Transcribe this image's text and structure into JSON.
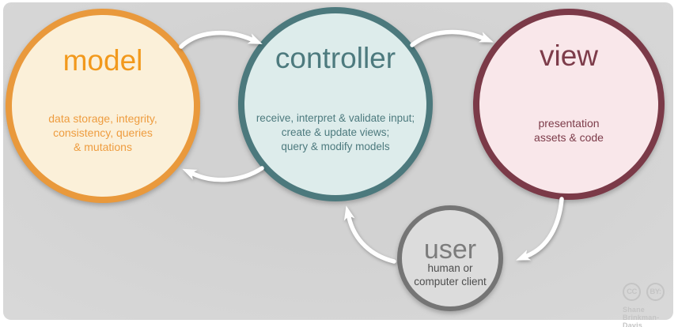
{
  "diagram": {
    "background_color": "#d6d6d6",
    "arrow_color": "#ffffff",
    "nodes": {
      "model": {
        "title": "model",
        "description": "data storage, integrity,\nconsistency, queries\n& mutations",
        "border_color": "#e9993c",
        "fill_color": "#fbf0d9",
        "text_color": "#f2991c"
      },
      "controller": {
        "title": "controller",
        "description": "receive, interpret & validate input;\ncreate & update views;\nquery & modify models",
        "border_color": "#4c797d",
        "fill_color": "#ddeceb",
        "text_color": "#4d7a7e"
      },
      "view": {
        "title": "view",
        "description": "presentation\nassets & code",
        "border_color": "#7b3a48",
        "fill_color": "#f9e7ea",
        "text_color": "#7d3c4a"
      },
      "user": {
        "title": "user",
        "description": "human or\ncomputer client",
        "border_color": "#757575",
        "fill_color": "#dcdcdc",
        "text_color": "#4e4e4e"
      }
    },
    "edges": [
      {
        "from": "model",
        "to": "controller"
      },
      {
        "from": "controller",
        "to": "view"
      },
      {
        "from": "controller",
        "to": "model"
      },
      {
        "from": "view",
        "to": "user"
      },
      {
        "from": "user",
        "to": "controller"
      }
    ]
  },
  "attribution": {
    "cc_badge": "CC",
    "by_badge": "BY:",
    "author_line1": "Shane",
    "author_line2": "Brinkman-Davis",
    "watermark_color": "#c4c4c4"
  }
}
